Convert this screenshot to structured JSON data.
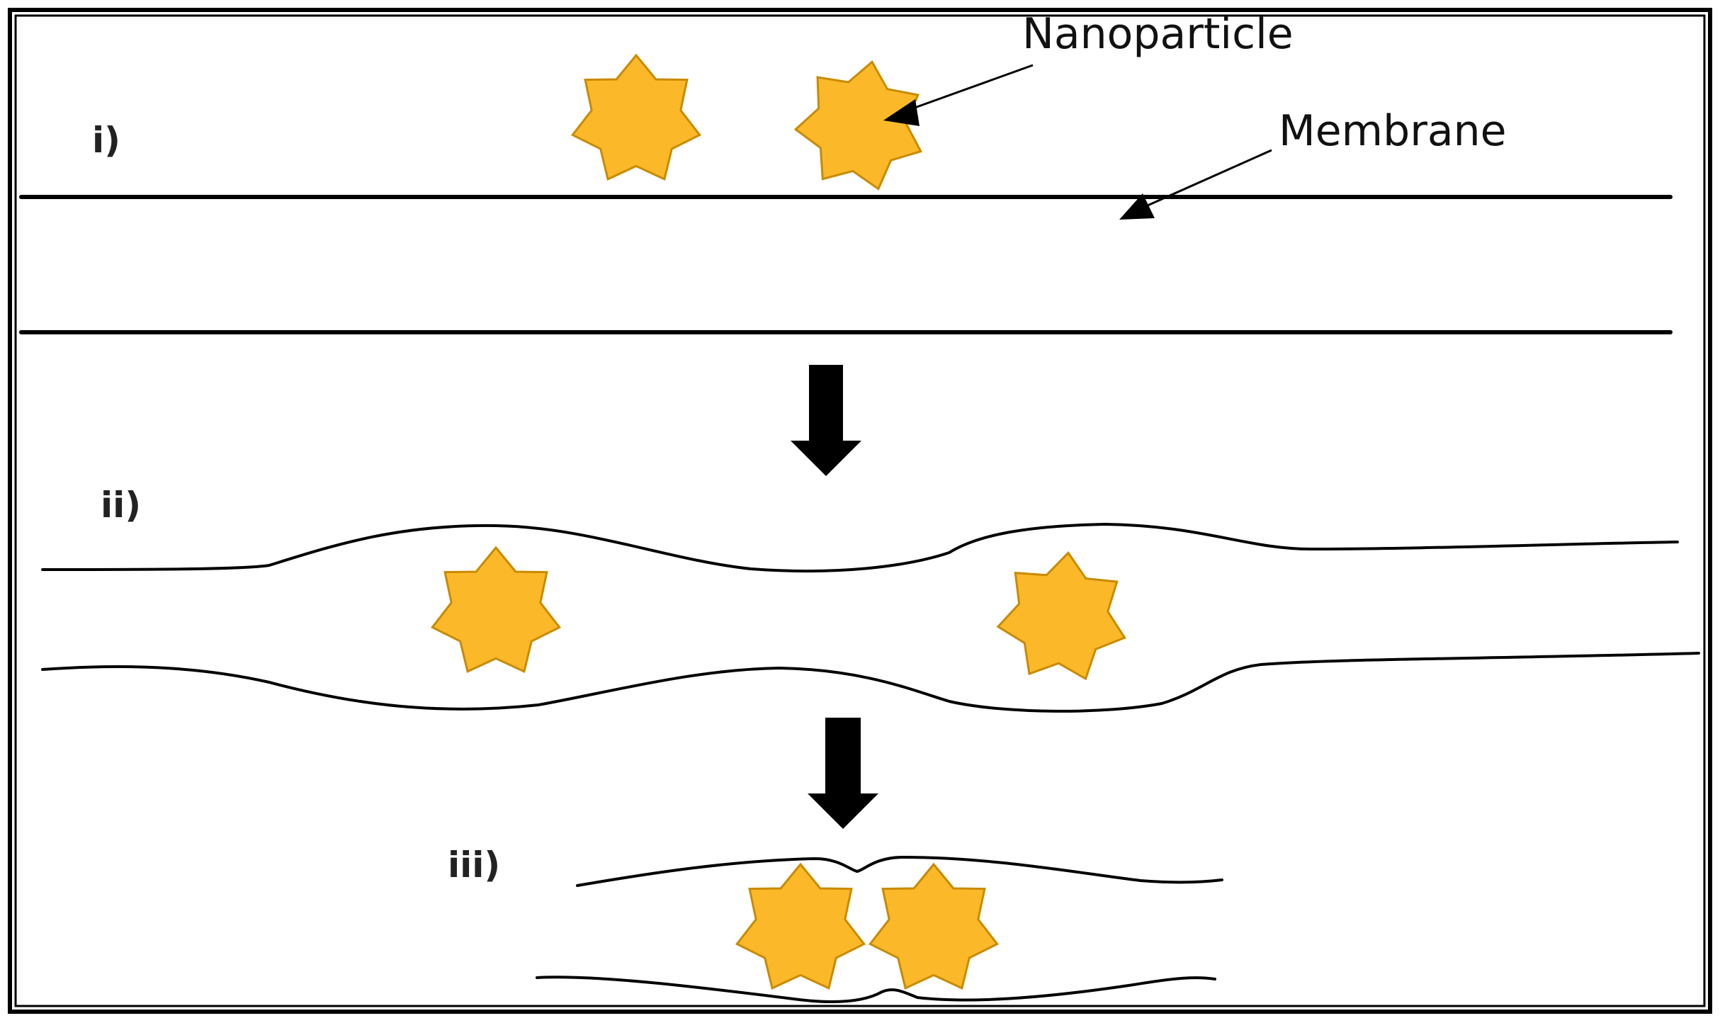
{
  "labels": {
    "nanoparticle": "Nanoparticle",
    "membrane": "Membrane"
  },
  "stages": {
    "stage1": "i)",
    "stage2": "ii)",
    "stage3": "iii)"
  },
  "colors": {
    "nanoparticle_fill": "#fbb92a",
    "nanoparticle_stroke": "#c98a00",
    "line": "#000000",
    "background": "#ffffff"
  },
  "icons": {
    "nanoparticle": "seven-point-star",
    "transition": "down-arrow"
  }
}
